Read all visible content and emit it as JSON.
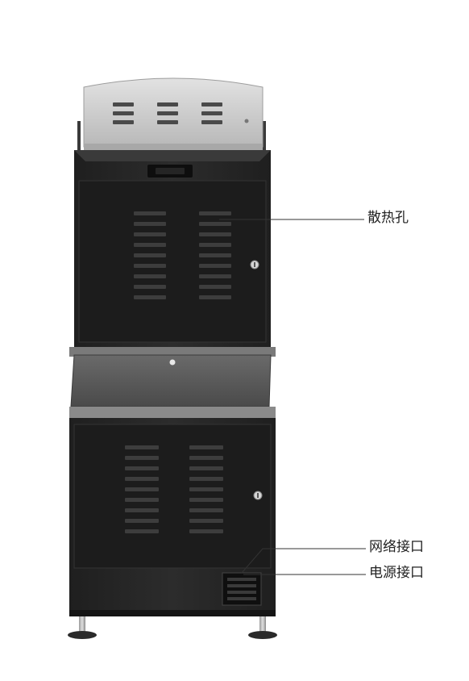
{
  "callouts": {
    "vent_holes": "散热孔",
    "network_port": "网络接口",
    "power_port": "电源接口"
  },
  "colors": {
    "cabinet_dark": "#2a2a2a",
    "cabinet_panel": "#1e1e1e",
    "top_silver": "#c9c9c9",
    "tray_gray": "#5c5c5c",
    "label_text": "#222222",
    "leader_line": "#333333"
  },
  "icons": [
    "lock-keyhole-icon"
  ]
}
